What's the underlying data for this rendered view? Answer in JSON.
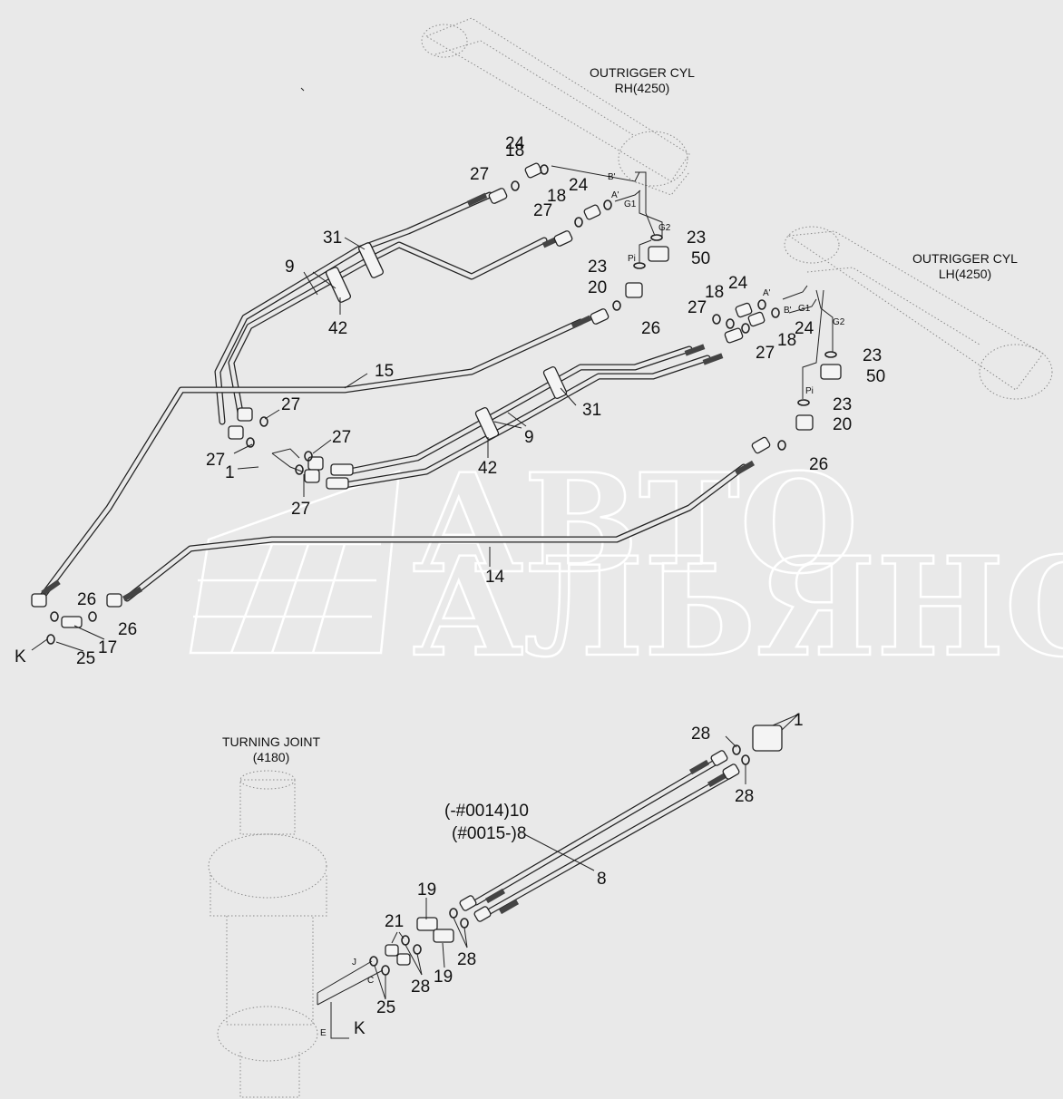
{
  "components": {
    "outrigger_rh": {
      "name": "OUTRIGGER CYL",
      "code": "RH(4250)"
    },
    "outrigger_lh": {
      "name": "OUTRIGGER CYL",
      "code": "LH(4250)"
    },
    "turning_joint": {
      "name": "TURNING JOINT",
      "code": "(4180)"
    }
  },
  "watermark": {
    "line1": "АВТО",
    "line2": "АЛЬЯНС"
  },
  "ports": {
    "b_prime": "B'",
    "a_prime": "A'",
    "g1": "G1",
    "g2": "G2",
    "pi": "Pi",
    "j": "J",
    "c": "C",
    "e": "E",
    "k": "K"
  },
  "part_numbers": {
    "p1": "1",
    "p8": "8",
    "p9": "9",
    "p14": "14",
    "p15": "15",
    "p17": "17",
    "p18": "18",
    "p19": "19",
    "p20": "20",
    "p21": "21",
    "p23": "23",
    "p24": "24",
    "p25": "25",
    "p26": "26",
    "p27": "27",
    "p28": "28",
    "p31": "31",
    "p42": "42",
    "p50": "50",
    "serial_10": "(-#0014)10",
    "serial_8": "(#0015-)8"
  }
}
